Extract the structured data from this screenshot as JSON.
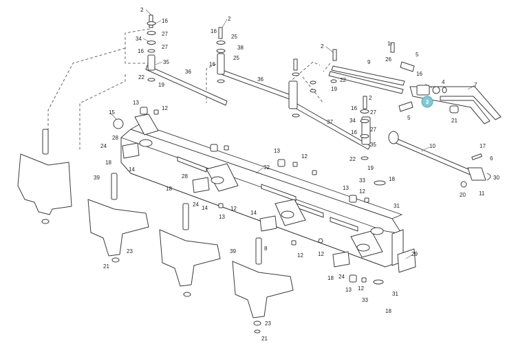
{
  "highlight": {
    "label": "3",
    "color": "#7fc8d6"
  },
  "callouts": {
    "c2a": "2",
    "c16a": "16",
    "c34a": "34",
    "c27a": "27",
    "c16b": "16",
    "c27b": "27",
    "c35a": "35",
    "c22a": "22",
    "c19a": "19",
    "c2b": "2",
    "c16c": "16",
    "c25a": "25",
    "c38": "38",
    "c25b": "25",
    "c16d": "16",
    "c36a": "36",
    "c36b": "36",
    "c2c": "2",
    "c9": "9",
    "c1": "1",
    "c26": "26",
    "c5a": "5",
    "c16e": "16",
    "c4": "4",
    "c7": "7",
    "c5b": "5",
    "c21a": "21",
    "c19b": "19",
    "c22b": "22",
    "c2d": "2",
    "c16f": "16",
    "c27c": "27",
    "c34b": "34",
    "c27d": "27",
    "c16g": "16",
    "c35b": "35",
    "c22c": "22",
    "c19c": "19",
    "c37": "37",
    "c10": "10",
    "c17": "17",
    "c6": "6",
    "c30": "30",
    "c11": "11",
    "c20": "20",
    "c15": "15",
    "c13a": "13",
    "c12a": "12",
    "c28a": "28",
    "c24a": "24",
    "c18a": "18",
    "c14a": "14",
    "c13b": "13",
    "c12b": "12",
    "c32": "32",
    "c39a": "39",
    "c28b": "28",
    "c18b": "18",
    "c24b": "24",
    "c14b": "14",
    "c13c": "13",
    "c12c": "12",
    "c13d": "13",
    "c33a": "33",
    "c18c": "18",
    "c12d": "12",
    "c31a": "31",
    "c14c": "14",
    "c8": "8",
    "c21b": "21",
    "c23a": "23",
    "c39b": "39",
    "c12e": "12",
    "c12f": "12",
    "c29": "29",
    "c18d": "18",
    "c24c": "24",
    "c12g": "12",
    "c13e": "13",
    "c33b": "33",
    "c31b": "31",
    "c18e": "18",
    "c23b": "23",
    "c21c": "21"
  }
}
